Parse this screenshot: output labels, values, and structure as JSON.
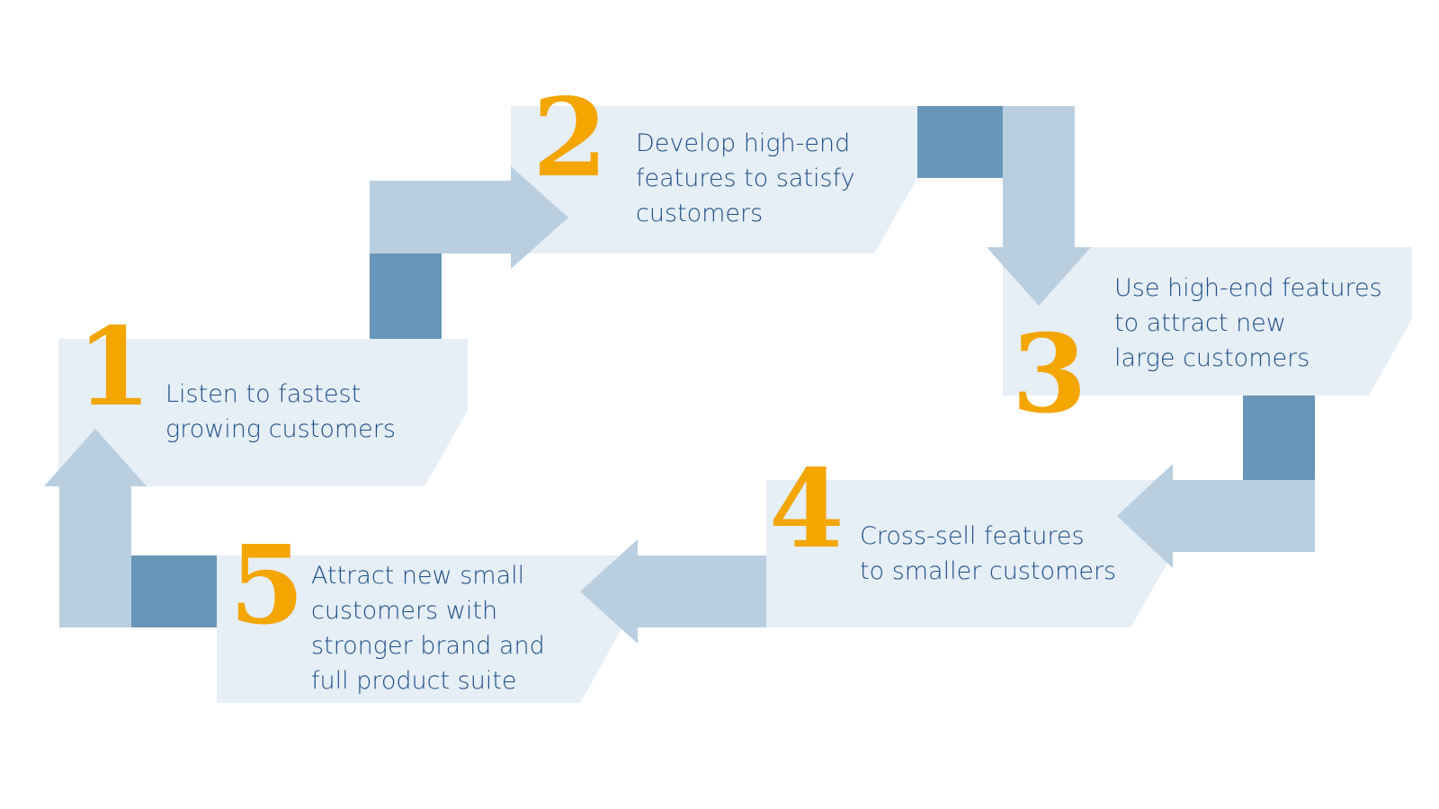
{
  "diagram": {
    "type": "cycle",
    "colors": {
      "box": "#e6eef6",
      "arrow": "#b9cfe0",
      "connector": "#6796b8",
      "number": "#f3a500",
      "text": "#1d4f86"
    },
    "steps": [
      {
        "number": "1",
        "lines": [
          "Listen to fastest",
          "growing customers"
        ]
      },
      {
        "number": "2",
        "lines": [
          "Develop high-end",
          "features to satisfy",
          "customers"
        ]
      },
      {
        "number": "3",
        "lines": [
          "Use high-end features",
          "to attract new",
          "large customers"
        ]
      },
      {
        "number": "4",
        "lines": [
          "Cross-sell features",
          "to smaller customers"
        ]
      },
      {
        "number": "5",
        "lines": [
          "Attract new small",
          "customers with",
          "stronger brand and",
          "full product suite"
        ]
      }
    ],
    "flow": [
      {
        "from": "1",
        "to": "2",
        "direction": "right"
      },
      {
        "from": "2",
        "to": "3",
        "direction": "down"
      },
      {
        "from": "3",
        "to": "4",
        "direction": "left"
      },
      {
        "from": "4",
        "to": "5",
        "direction": "left"
      },
      {
        "from": "5",
        "to": "1",
        "direction": "up"
      }
    ]
  }
}
